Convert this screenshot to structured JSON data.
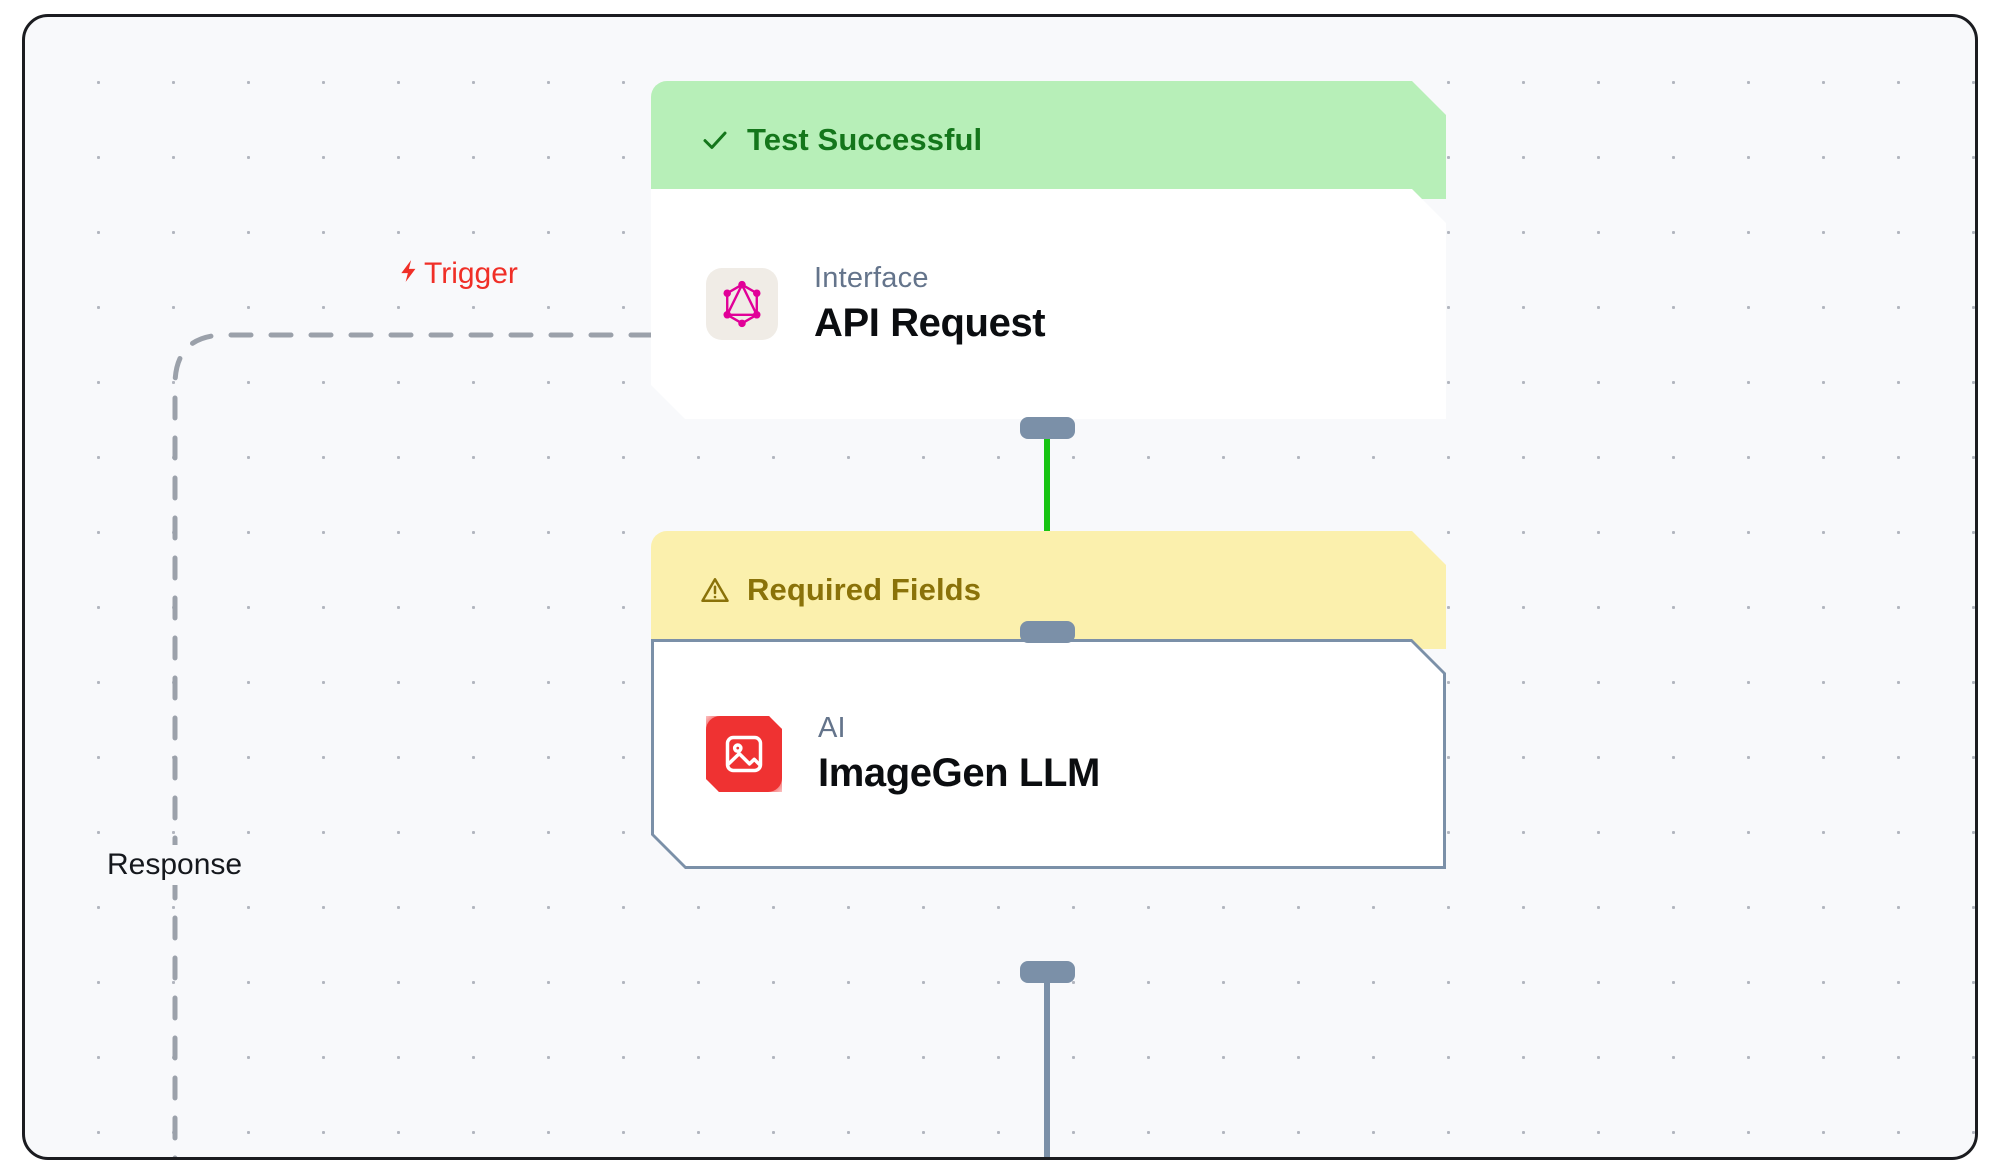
{
  "canvas": {
    "background_color": "#f8f9fb",
    "frame_border_color": "#1b1c20",
    "dot_color": "#9aa0ab"
  },
  "wires": {
    "trigger": {
      "label": "Trigger",
      "icon": "lightning-bolt-icon",
      "icon_glyph": "⚡",
      "color": "#f02f27",
      "style": "dashed",
      "stroke_color": "#9ba1aa"
    },
    "response": {
      "label": "Response",
      "color": "#15181d",
      "style": "dashed",
      "stroke_color": "#9ba1aa"
    },
    "api_to_imagegen": {
      "color": "#17c413",
      "style": "solid"
    },
    "imagegen_output": {
      "color": "#7b90a8",
      "style": "solid"
    }
  },
  "nodes": [
    {
      "id": "api-request",
      "banner": {
        "text": "Test Successful",
        "icon": "check-icon",
        "status": "success",
        "background_color": "#b7efb8",
        "text_color": "#14761b"
      },
      "icon": "graphql-icon",
      "icon_color": "#e10098",
      "icon_tile_color": "#f0ece6",
      "kind": "Interface",
      "title": "API Request"
    },
    {
      "id": "imagegen-llm",
      "banner": {
        "text": "Required Fields",
        "icon": "warning-triangle-icon",
        "status": "warning",
        "background_color": "#fbf0ad",
        "text_color": "#8a7209"
      },
      "icon": "image-icon",
      "icon_color": "#ffffff",
      "icon_tile_color": "#ef3232",
      "kind": "AI",
      "title": "ImageGen LLM",
      "border_color": "#7b90a8"
    }
  ],
  "ports": {
    "color": "#7b90a8"
  }
}
